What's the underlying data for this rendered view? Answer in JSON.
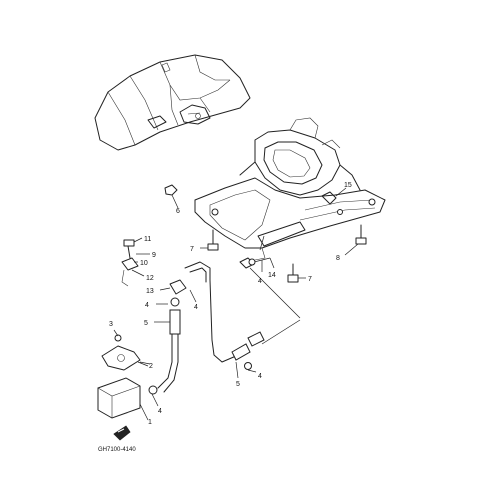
{
  "diagram_code": "GH7100-4140",
  "callouts": {
    "c1": "1",
    "c2": "2",
    "c3": "3",
    "c4a": "4",
    "c4b": "4",
    "c4c": "4",
    "c4d": "4",
    "c4e": "4",
    "c5a": "5",
    "c5b": "5",
    "c6": "6",
    "c7a": "7",
    "c7b": "7",
    "c8": "8",
    "c9": "9",
    "c10": "10",
    "c11": "11",
    "c12": "12",
    "c13": "13",
    "c14": "14",
    "c15": "15"
  }
}
